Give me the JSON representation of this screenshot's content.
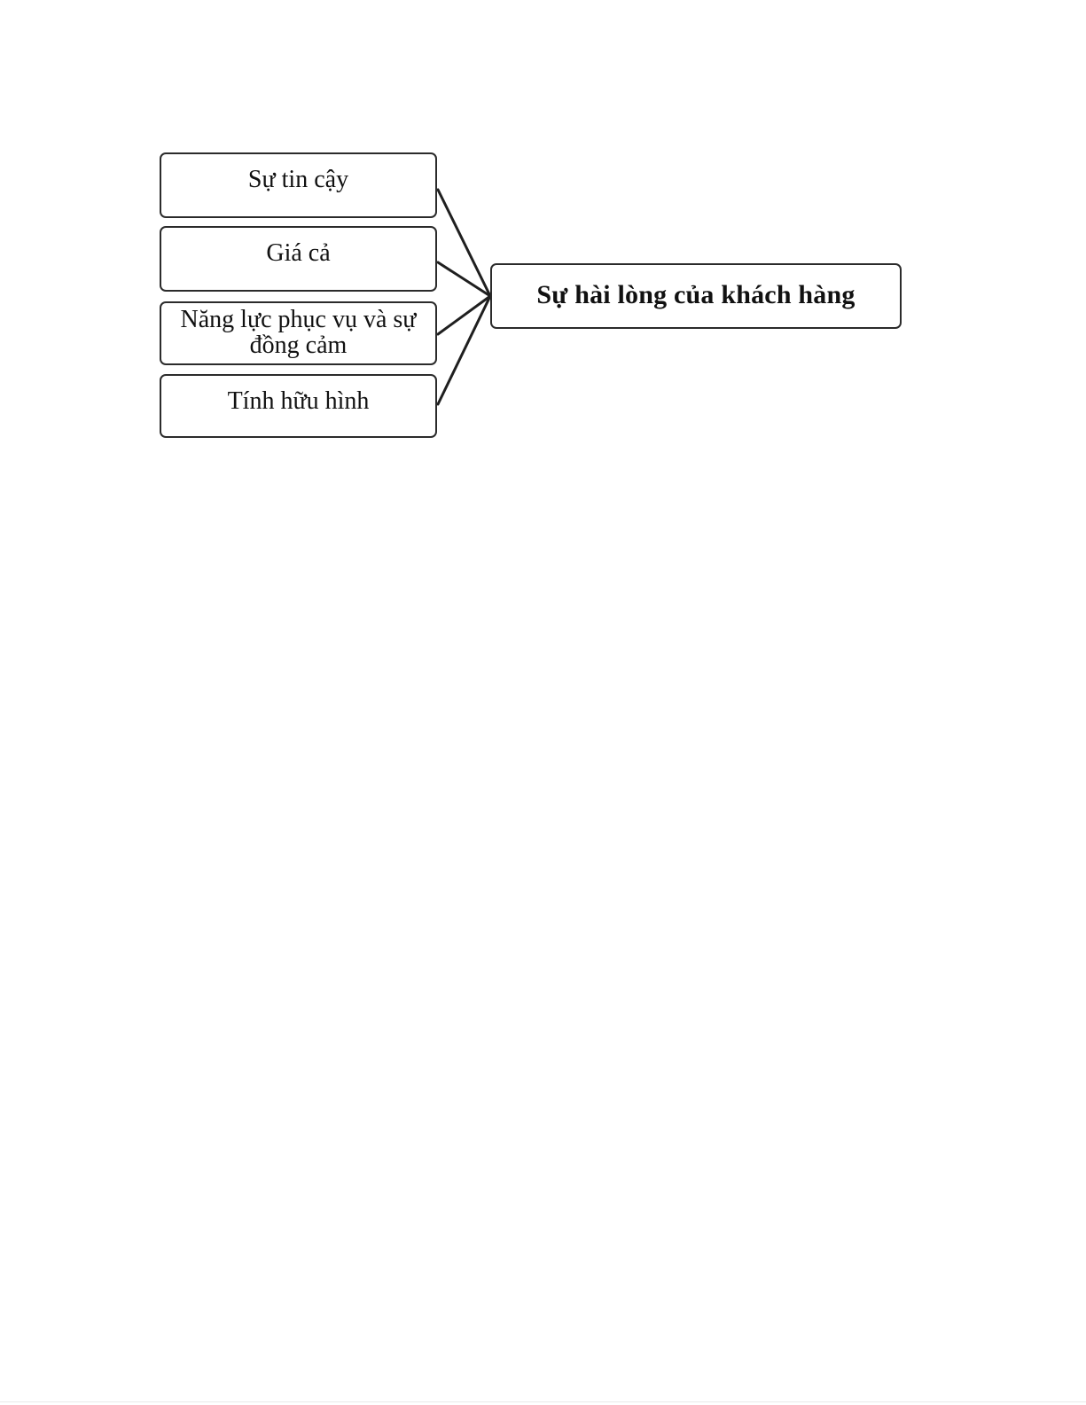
{
  "diagram": {
    "type": "convergent-factor-model",
    "background_color": "#ffffff",
    "line_color": "#1f1f1f",
    "border_color": "#2b2b2b",
    "factors": [
      {
        "id": "trust",
        "label": "Sự tin cậy"
      },
      {
        "id": "price",
        "label": "Giá cả"
      },
      {
        "id": "capacity",
        "label": "Năng lực phục vụ và sự\nđồng cảm"
      },
      {
        "id": "tangible",
        "label": "Tính hữu hình"
      }
    ],
    "outcome": {
      "id": "satisfaction",
      "label": "Sự hài lòng của khách hàng"
    },
    "connectors": [
      {
        "from": "trust",
        "to": "satisfaction"
      },
      {
        "from": "price",
        "to": "satisfaction"
      },
      {
        "from": "capacity",
        "to": "satisfaction"
      },
      {
        "from": "tangible",
        "to": "satisfaction"
      }
    ]
  }
}
